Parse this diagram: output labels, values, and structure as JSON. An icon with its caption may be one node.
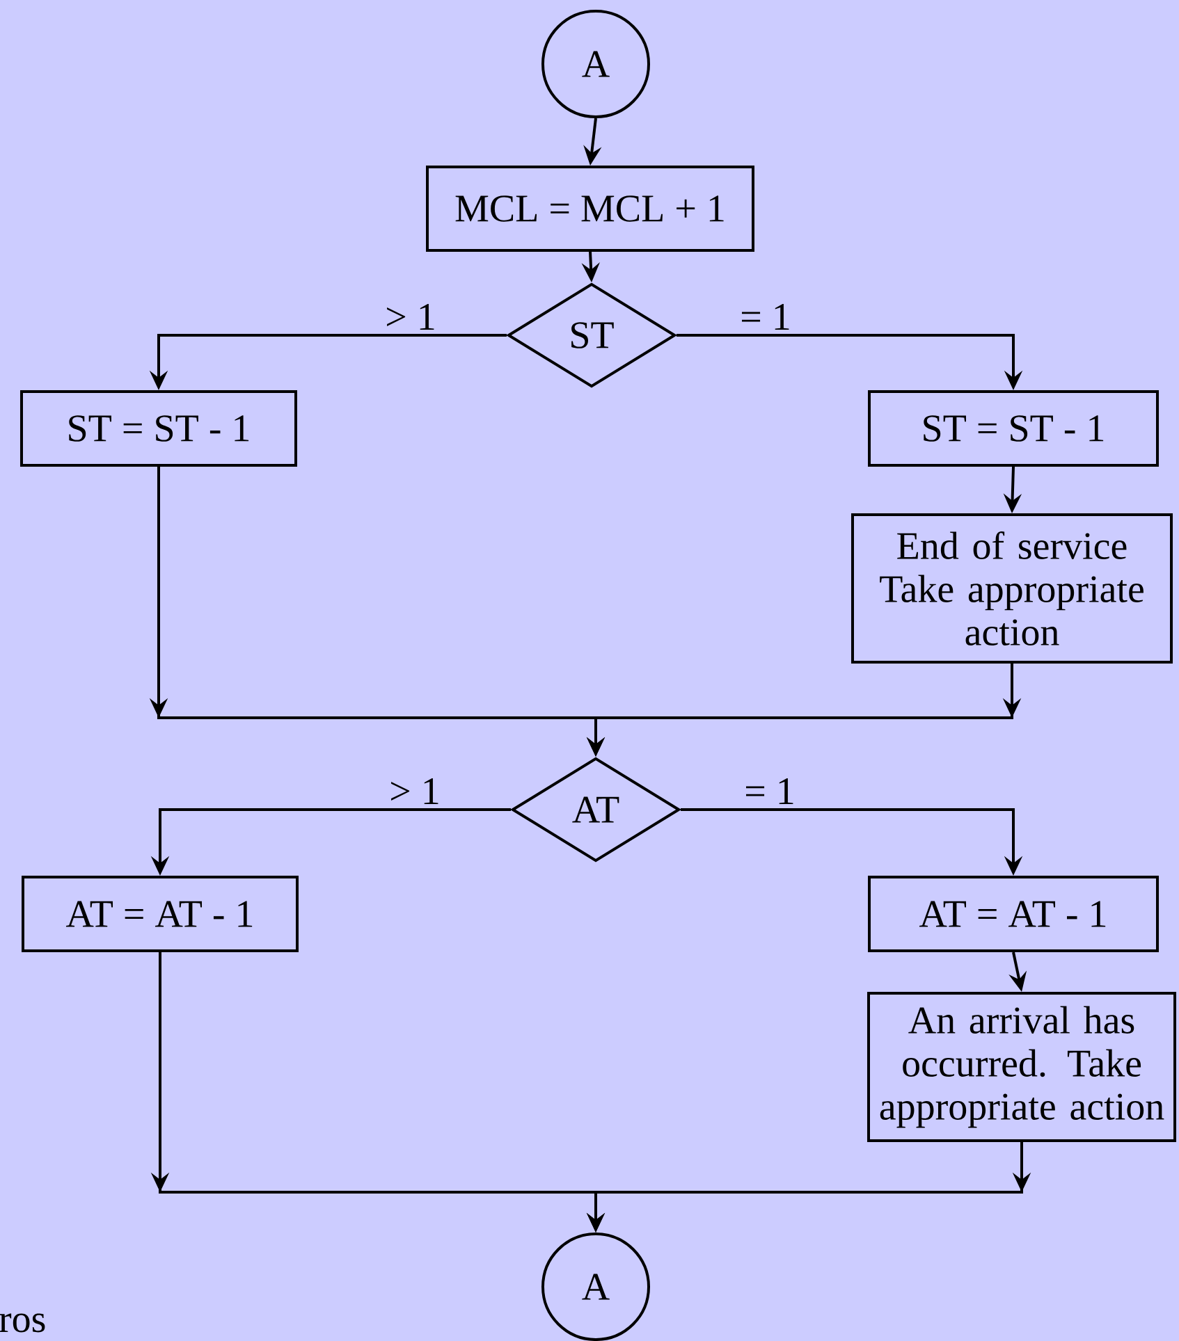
{
  "diagram": {
    "nodes": [
      {
        "text": [
          "A"
        ]
      },
      {
        "text": [
          "MCL = MCL + 1"
        ]
      },
      {
        "text": [
          "ST"
        ]
      },
      {
        "text": [
          "ST = ST - 1"
        ]
      },
      {
        "text": [
          "ST = ST - 1"
        ]
      },
      {
        "text": [
          "End of service Take appropriate action"
        ]
      },
      {
        "text": [
          "AT"
        ]
      },
      {
        "text": [
          "AT = AT - 1"
        ]
      },
      {
        "text": [
          "AT = AT - 1"
        ]
      },
      {
        "text": [
          "An arrival has occurred. Take appropriate action"
        ]
      },
      {
        "text": [
          "A"
        ]
      }
    ],
    "edges": [
      {
        "from": 0,
        "to": 1,
        "arrow": "to"
      },
      {
        "from": 1,
        "to": 2,
        "arrow": "to"
      },
      {
        "from": 2,
        "to": 3,
        "arrow": "to",
        "label": "> 1"
      },
      {
        "from": 2,
        "to": 4,
        "arrow": "to",
        "label": "= 1"
      },
      {
        "from": 4,
        "to": 5,
        "arrow": "to"
      },
      {
        "from": 3,
        "to": 6,
        "arrow": "to"
      },
      {
        "from": 5,
        "to": 6,
        "arrow": "to"
      },
      {
        "from": 6,
        "to": 7,
        "arrow": "to",
        "label": "> 1"
      },
      {
        "from": 6,
        "to": 8,
        "arrow": "to",
        "label": "= 1"
      },
      {
        "from": 8,
        "to": 9,
        "arrow": "to"
      },
      {
        "from": 7,
        "to": 10,
        "arrow": "to"
      },
      {
        "from": 9,
        "to": 10,
        "arrow": "to"
      }
    ],
    "labels": [
      "ros"
    ]
  }
}
